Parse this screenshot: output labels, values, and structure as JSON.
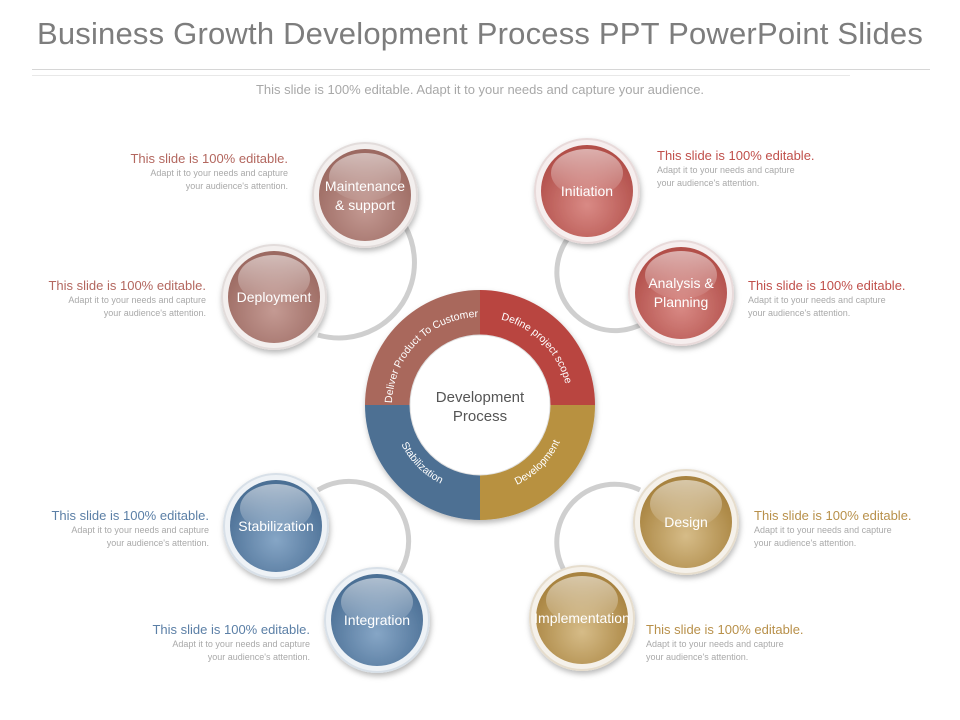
{
  "slide": {
    "title": "Business Growth Development Process PPT PowerPoint Slides",
    "subtitle": "This slide is 100% editable. Adapt it to your needs and capture your audience."
  },
  "center": {
    "line1": "Development",
    "line2": "Process"
  },
  "ring_segments": [
    {
      "label": "Deliver Product To Customer",
      "color": "#a9675c"
    },
    {
      "label": "Define project scope",
      "color": "#b9453f"
    },
    {
      "label": "Development",
      "color": "#b8913f"
    },
    {
      "label": "Stabilization",
      "color": "#4d6f93"
    }
  ],
  "nodes": [
    {
      "id": "maintenance",
      "line1": "Maintenance",
      "line2": "& support",
      "color": "#ab7a72"
    },
    {
      "id": "deployment",
      "line1": "Deployment",
      "line2": "",
      "color": "#ab7a72"
    },
    {
      "id": "initiation",
      "line1": "Initiation",
      "line2": "",
      "color": "#c05e59"
    },
    {
      "id": "analysis",
      "line1": "Analysis &",
      "line2": "Planning",
      "color": "#c05e59"
    },
    {
      "id": "design",
      "line1": "Design",
      "line2": "",
      "color": "#bf9c5f"
    },
    {
      "id": "implementation",
      "line1": "Implementation",
      "line2": "",
      "color": "#bf9c5f"
    },
    {
      "id": "stabilization",
      "line1": "Stabilization",
      "line2": "",
      "color": "#5f84a8"
    },
    {
      "id": "integration",
      "line1": "Integration",
      "line2": "",
      "color": "#5f84a8"
    }
  ],
  "notes": {
    "heading": "This slide is 100% editable.",
    "body_line1": "Adapt it to your needs and capture",
    "body_line2": "your audience's attention.",
    "colors": {
      "brown": "#b3675f",
      "red": "#c0504b",
      "gold": "#b8904a",
      "blue": "#5b7fa6"
    }
  }
}
